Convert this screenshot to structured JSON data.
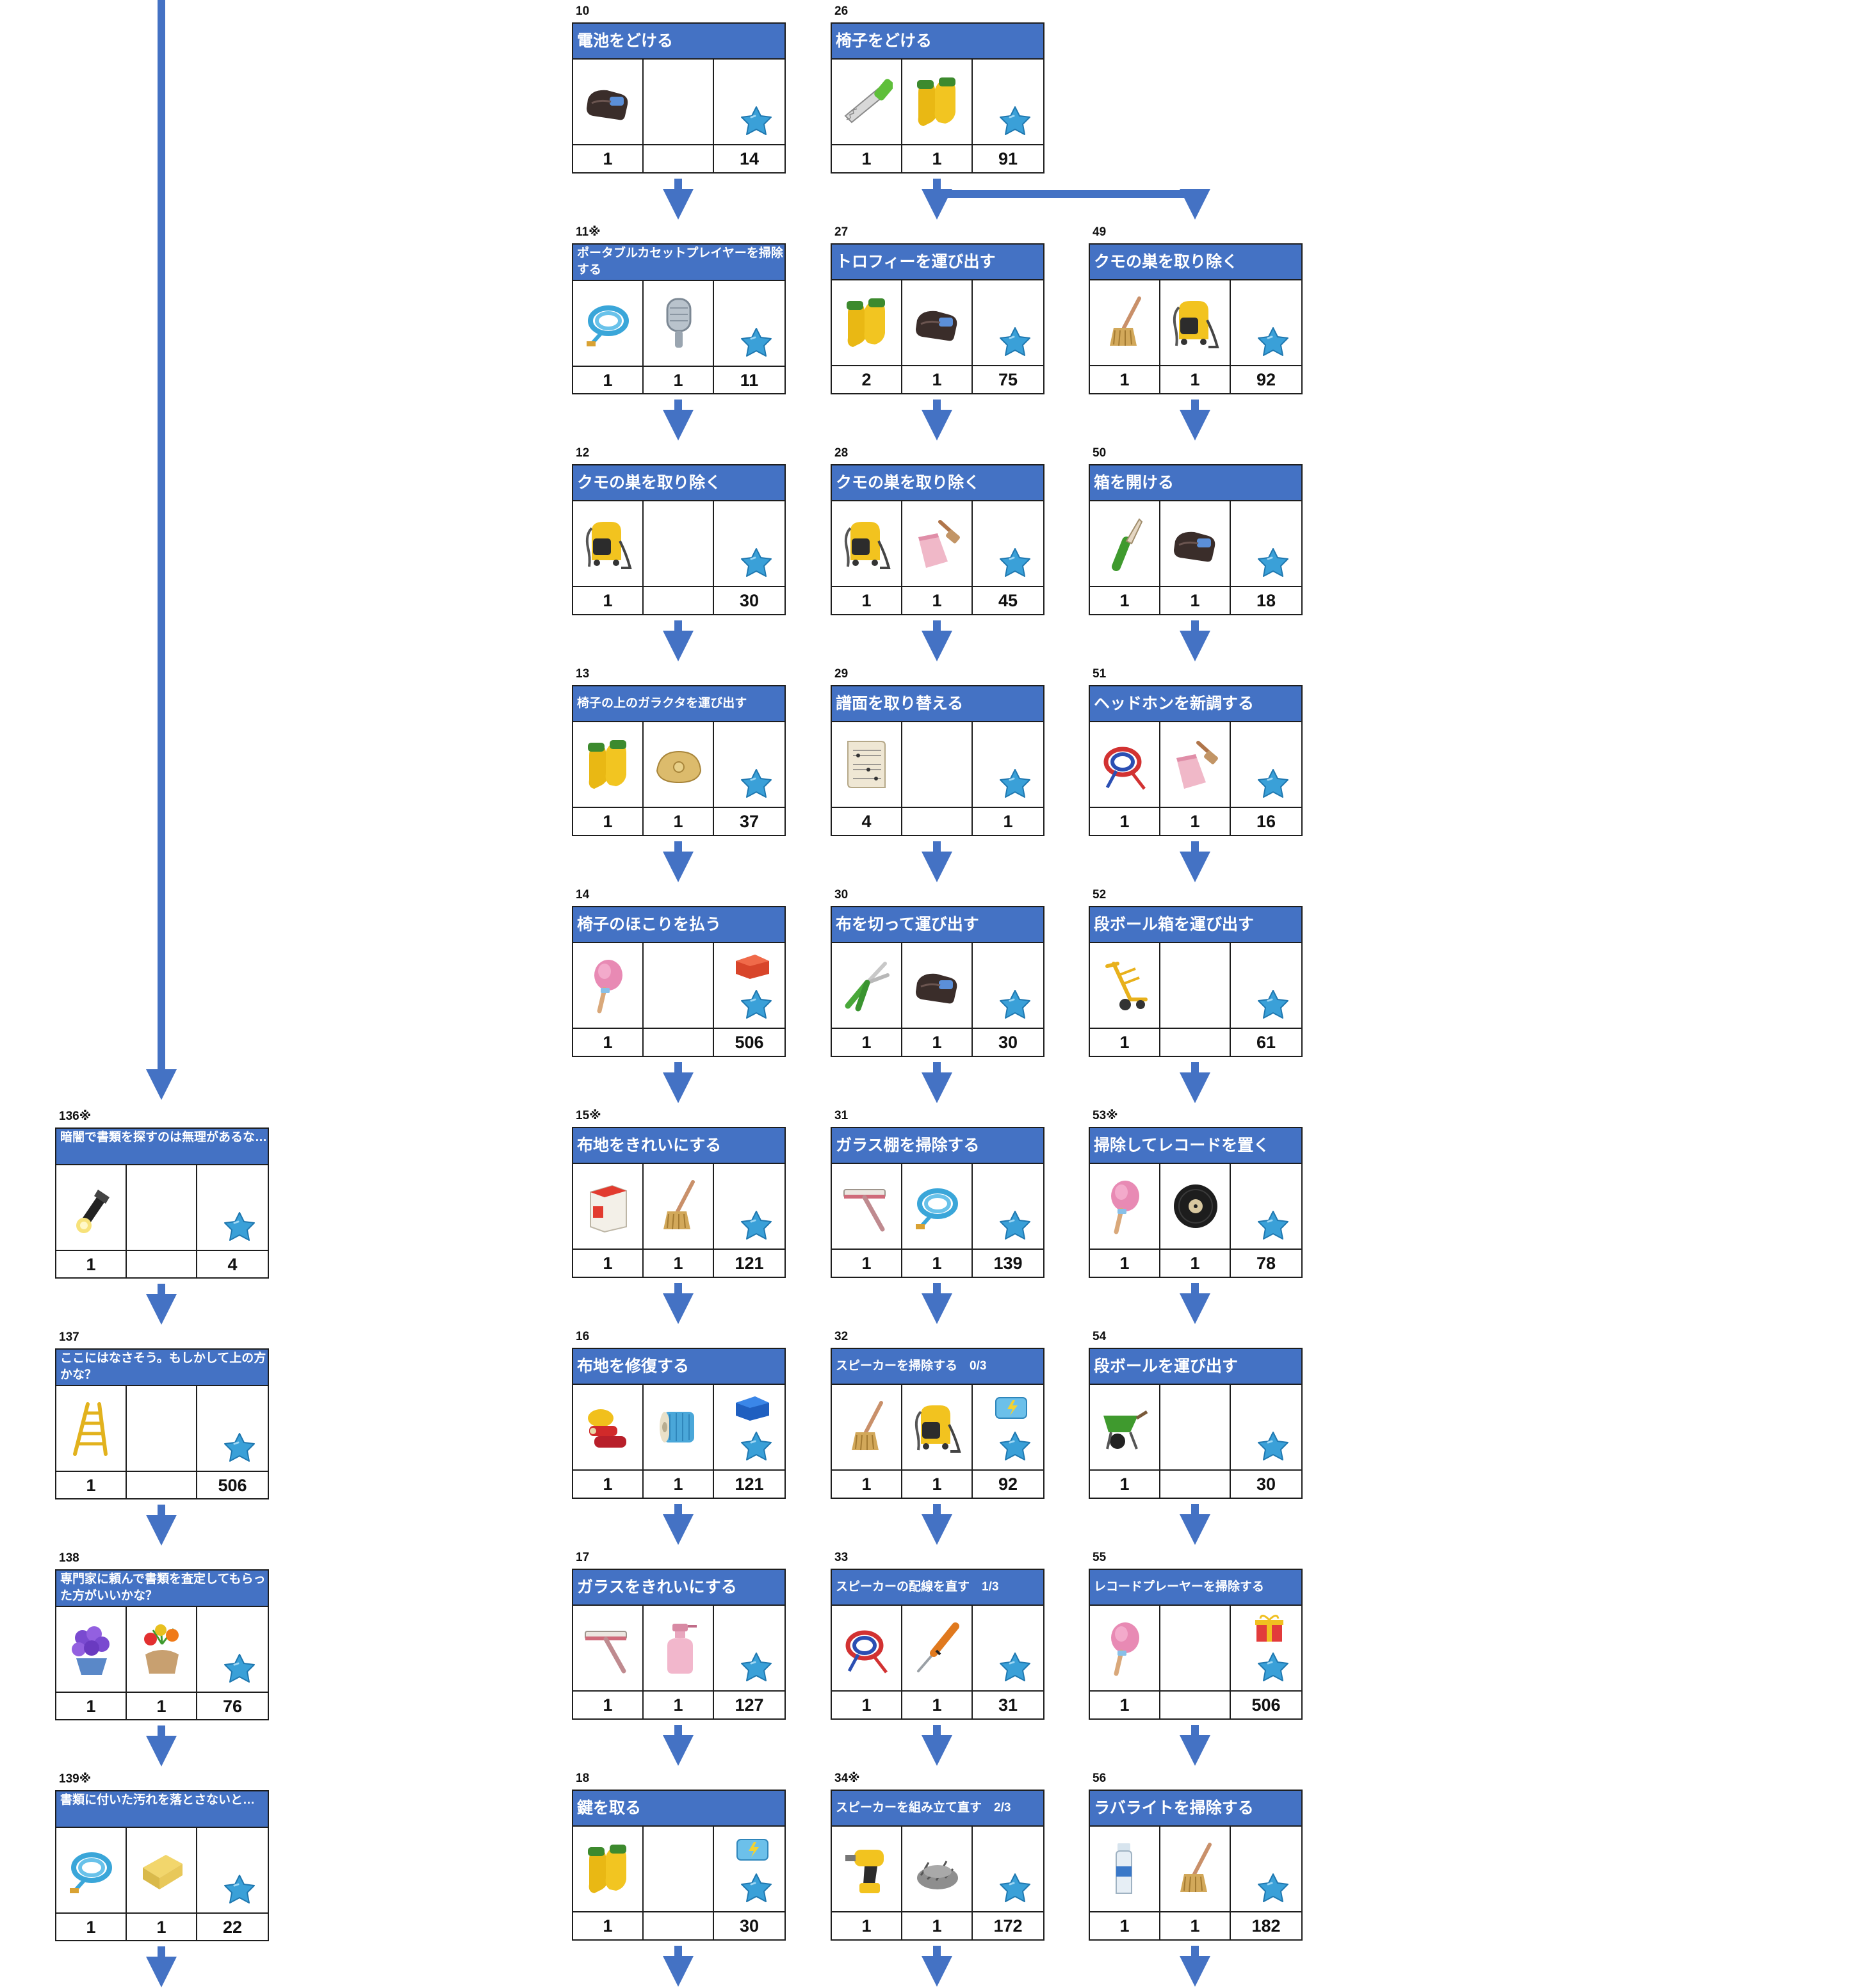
{
  "columns": [
    {
      "id": "col-a",
      "cards": [
        {
          "num": "136※",
          "title": "暗闇で書類を探すのは無理があるな…",
          "items": [
            {
              "icon": "flashlight-icon",
              "qty": "1"
            },
            {
              "icon": "",
              "qty": ""
            }
          ],
          "reward": {
            "extra": "",
            "value": "4"
          }
        },
        {
          "num": "137",
          "title": "ここにはなさそう。もしかして上の方かな？",
          "items": [
            {
              "icon": "ladder-icon",
              "qty": "1"
            },
            {
              "icon": "",
              "qty": ""
            }
          ],
          "reward": {
            "extra": "",
            "value": "506"
          }
        },
        {
          "num": "138",
          "title": "専門家に頼んで書類を査定してもらった方がいいかな？",
          "items": [
            {
              "icon": "purple-flower-pot-icon",
              "qty": "1"
            },
            {
              "icon": "red-flower-pot-icon",
              "qty": "1"
            }
          ],
          "reward": {
            "extra": "",
            "value": "76"
          }
        },
        {
          "num": "139※",
          "title": "書類に付いた汚れを落とさないと…",
          "items": [
            {
              "icon": "hose-icon",
              "qty": "1"
            },
            {
              "icon": "cloth-icon",
              "qty": "1"
            }
          ],
          "reward": {
            "extra": "",
            "value": "22"
          }
        }
      ]
    },
    {
      "id": "col-b",
      "cards": [
        {
          "num": "10",
          "title": "電池をどける",
          "items": [
            {
              "icon": "work-glove-icon",
              "qty": "1"
            },
            {
              "icon": "",
              "qty": ""
            }
          ],
          "reward": {
            "extra": "",
            "value": "14"
          }
        },
        {
          "num": "11※",
          "title": "ポータブルカセットプレイヤーを掃除する",
          "items": [
            {
              "icon": "hose-icon",
              "qty": "1"
            },
            {
              "icon": "microphone-icon",
              "qty": "1"
            }
          ],
          "reward": {
            "extra": "",
            "value": "11"
          }
        },
        {
          "num": "12",
          "title": "クモの巣を取り除く",
          "items": [
            {
              "icon": "vacuum-cleaner-icon",
              "qty": "1"
            },
            {
              "icon": "",
              "qty": ""
            }
          ],
          "reward": {
            "extra": "",
            "value": "30"
          }
        },
        {
          "num": "13",
          "title": "椅子の上のガラクタを運び出す",
          "items": [
            {
              "icon": "rubber-gloves-icon",
              "qty": "1"
            },
            {
              "icon": "sandbag-icon",
              "qty": "1"
            }
          ],
          "reward": {
            "extra": "",
            "value": "37"
          }
        },
        {
          "num": "14",
          "title": "椅子のほこりを払う",
          "items": [
            {
              "icon": "feather-duster-icon",
              "qty": "1"
            },
            {
              "icon": "",
              "qty": ""
            }
          ],
          "reward": {
            "extra": "red-toolbox-icon",
            "value": "506"
          }
        },
        {
          "num": "15※",
          "title": "布地をきれいにする",
          "items": [
            {
              "icon": "detergent-box-icon",
              "qty": "1"
            },
            {
              "icon": "mop-icon",
              "qty": "1"
            }
          ],
          "reward": {
            "extra": "",
            "value": "121"
          }
        },
        {
          "num": "16",
          "title": "布地を修復する",
          "items": [
            {
              "icon": "fabric-rolls-icon",
              "qty": "1"
            },
            {
              "icon": "thread-spool-icon",
              "qty": "1"
            }
          ],
          "reward": {
            "extra": "blue-toolbox-icon",
            "value": "121"
          }
        },
        {
          "num": "17",
          "title": "ガラスをきれいにする",
          "items": [
            {
              "icon": "squeegee-icon",
              "qty": "1"
            },
            {
              "icon": "spray-bottle-icon",
              "qty": "1"
            }
          ],
          "reward": {
            "extra": "",
            "value": "127"
          }
        },
        {
          "num": "18",
          "title": "鍵を取る",
          "items": [
            {
              "icon": "rubber-gloves-icon",
              "qty": "1"
            },
            {
              "icon": "",
              "qty": ""
            }
          ],
          "reward": {
            "extra": "energy-box-icon",
            "value": "30"
          }
        }
      ]
    },
    {
      "id": "col-c",
      "cards": [
        {
          "num": "26",
          "title": "椅子をどける",
          "items": [
            {
              "icon": "saw-icon",
              "qty": "1"
            },
            {
              "icon": "rubber-gloves-icon",
              "qty": "1"
            }
          ],
          "reward": {
            "extra": "",
            "value": "91"
          }
        },
        {
          "num": "27",
          "title": "トロフィーを運び出す",
          "items": [
            {
              "icon": "rubber-gloves-icon",
              "qty": "2"
            },
            {
              "icon": "work-glove-icon",
              "qty": "1"
            }
          ],
          "reward": {
            "extra": "",
            "value": "75"
          }
        },
        {
          "num": "28",
          "title": "クモの巣を取り除く",
          "items": [
            {
              "icon": "vacuum-cleaner-icon",
              "qty": "1"
            },
            {
              "icon": "dustpan-brush-icon",
              "qty": "1"
            }
          ],
          "reward": {
            "extra": "",
            "value": "45"
          }
        },
        {
          "num": "29",
          "title": "譜面を取り替える",
          "items": [
            {
              "icon": "sheet-music-icon",
              "qty": "4"
            },
            {
              "icon": "",
              "qty": ""
            }
          ],
          "reward": {
            "extra": "",
            "value": "1"
          }
        },
        {
          "num": "30",
          "title": "布を切って運び出す",
          "items": [
            {
              "icon": "pruning-shears-icon",
              "qty": "1"
            },
            {
              "icon": "work-glove-icon",
              "qty": "1"
            }
          ],
          "reward": {
            "extra": "",
            "value": "30"
          }
        },
        {
          "num": "31",
          "title": "ガラス棚を掃除する",
          "items": [
            {
              "icon": "squeegee-icon",
              "qty": "1"
            },
            {
              "icon": "hose-icon",
              "qty": "1"
            }
          ],
          "reward": {
            "extra": "",
            "value": "139"
          }
        },
        {
          "num": "32",
          "title": "スピーカーを掃除する　0/3",
          "items": [
            {
              "icon": "mop-icon",
              "qty": "1"
            },
            {
              "icon": "vacuum-cleaner-icon",
              "qty": "1"
            }
          ],
          "reward": {
            "extra": "energy-box-icon",
            "value": "92"
          }
        },
        {
          "num": "33",
          "title": "スピーカーの配線を直す　1/3",
          "items": [
            {
              "icon": "cable-bundle-icon",
              "qty": "1"
            },
            {
              "icon": "screwdriver-icon",
              "qty": "1"
            }
          ],
          "reward": {
            "extra": "",
            "value": "31"
          }
        },
        {
          "num": "34※",
          "title": "スピーカーを組み立て直す　2/3",
          "items": [
            {
              "icon": "power-drill-icon",
              "qty": "1"
            },
            {
              "icon": "screws-icon",
              "qty": "1"
            }
          ],
          "reward": {
            "extra": "",
            "value": "172"
          }
        }
      ]
    },
    {
      "id": "col-d",
      "cards": [
        {
          "num": "49",
          "title": "クモの巣を取り除く",
          "items": [
            {
              "icon": "mop-icon",
              "qty": "1"
            },
            {
              "icon": "vacuum-cleaner-icon",
              "qty": "1"
            }
          ],
          "reward": {
            "extra": "",
            "value": "92"
          }
        },
        {
          "num": "50",
          "title": "箱を開ける",
          "items": [
            {
              "icon": "utility-knife-icon",
              "qty": "1"
            },
            {
              "icon": "work-glove-icon",
              "qty": "1"
            }
          ],
          "reward": {
            "extra": "",
            "value": "18"
          }
        },
        {
          "num": "51",
          "title": "ヘッドホンを新調する",
          "items": [
            {
              "icon": "cable-bundle-icon",
              "qty": "1"
            },
            {
              "icon": "dustpan-brush-icon",
              "qty": "1"
            }
          ],
          "reward": {
            "extra": "",
            "value": "16"
          }
        },
        {
          "num": "52",
          "title": "段ボール箱を運び出す",
          "items": [
            {
              "icon": "hand-truck-icon",
              "qty": "1"
            },
            {
              "icon": "",
              "qty": ""
            }
          ],
          "reward": {
            "extra": "",
            "value": "61"
          }
        },
        {
          "num": "53※",
          "title": "掃除してレコードを置く",
          "items": [
            {
              "icon": "feather-duster-icon",
              "qty": "1"
            },
            {
              "icon": "vinyl-record-icon",
              "qty": "1"
            }
          ],
          "reward": {
            "extra": "",
            "value": "78"
          }
        },
        {
          "num": "54",
          "title": "段ボールを運び出す",
          "items": [
            {
              "icon": "wheelbarrow-icon",
              "qty": "1"
            },
            {
              "icon": "",
              "qty": ""
            }
          ],
          "reward": {
            "extra": "",
            "value": "30"
          }
        },
        {
          "num": "55",
          "title": "レコードプレーヤーを掃除する",
          "items": [
            {
              "icon": "feather-duster-icon",
              "qty": "1"
            },
            {
              "icon": "",
              "qty": ""
            }
          ],
          "reward": {
            "extra": "gift-box-icon",
            "value": "506"
          }
        },
        {
          "num": "56",
          "title": "ラバライトを掃除する",
          "items": [
            {
              "icon": "plastic-bottle-icon",
              "qty": "1"
            },
            {
              "icon": "mop-icon",
              "qty": "1"
            }
          ],
          "reward": {
            "extra": "",
            "value": "182"
          }
        }
      ]
    }
  ],
  "reward_icon": "blue-star-icon",
  "colors": {
    "header": "#4472c4",
    "arrow": "#4472c4",
    "border": "#1d1d1d",
    "star": "#3aa0d8"
  }
}
